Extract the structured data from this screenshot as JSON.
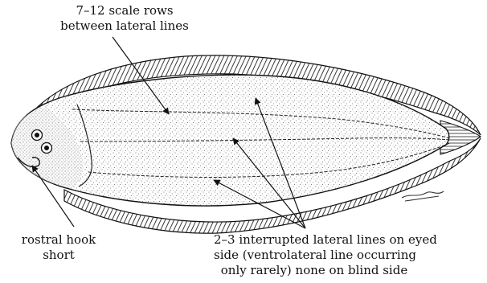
{
  "labels": {
    "scale_rows": {
      "line1": "7–12 scale rows",
      "line2": "between lateral lines"
    },
    "rostral_hook": {
      "line1": "rostral hook",
      "line2": "short"
    },
    "lateral_lines": {
      "line1": "2–3 interrupted lateral lines on eyed",
      "line2": "side (ventrolateral line occurring",
      "line3": "only rarely)  none on blind side"
    }
  }
}
